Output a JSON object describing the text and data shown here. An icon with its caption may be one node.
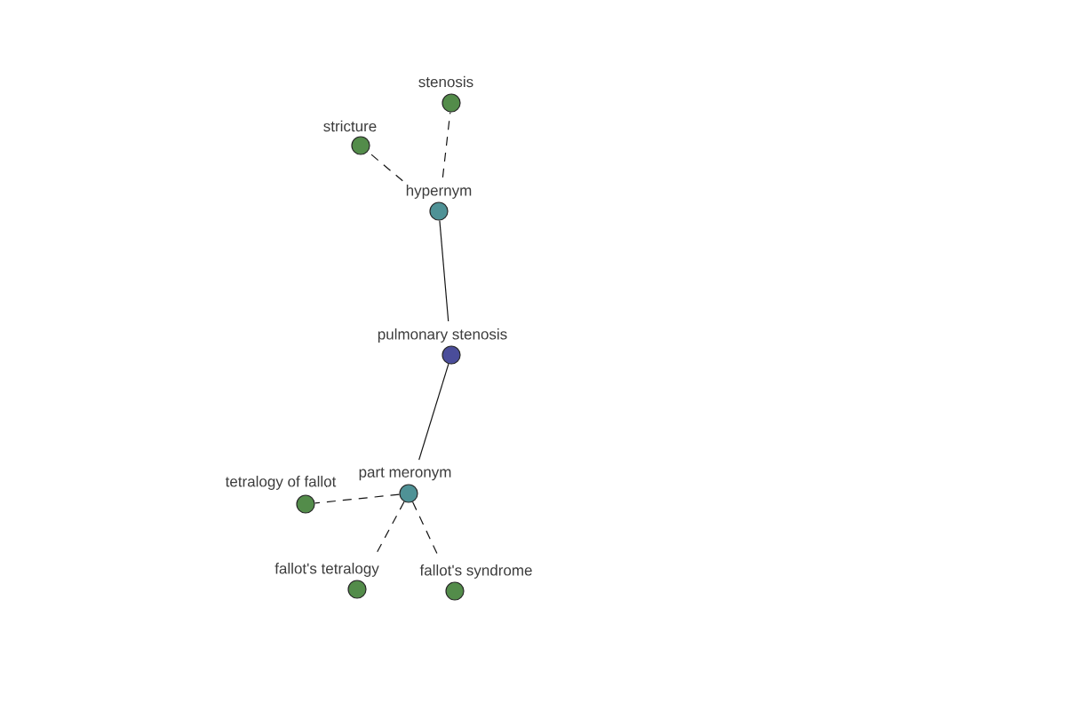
{
  "diagram": {
    "nodes": [
      {
        "text": [
          "stenosis"
        ]
      },
      {
        "text": [
          "stricture"
        ]
      },
      {
        "text": [
          "hypernym"
        ]
      },
      {
        "text": [
          "pulmonary stenosis"
        ]
      },
      {
        "text": [
          "part meronym"
        ]
      },
      {
        "text": [
          "tetralogy of fallot"
        ]
      },
      {
        "text": [
          "fallot's tetralogy"
        ]
      },
      {
        "text": [
          "fallot's syndrome"
        ]
      }
    ],
    "edges": [
      {
        "from": 2,
        "to": 0,
        "arrow": "none",
        "style": "dashed"
      },
      {
        "from": 2,
        "to": 1,
        "arrow": "none",
        "style": "dashed"
      },
      {
        "from": 3,
        "to": 2,
        "arrow": "none"
      },
      {
        "from": 3,
        "to": 4,
        "arrow": "none"
      },
      {
        "from": 4,
        "to": 5,
        "arrow": "none",
        "style": "dashed"
      },
      {
        "from": 4,
        "to": 6,
        "arrow": "none",
        "style": "dashed"
      },
      {
        "from": 4,
        "to": 7,
        "arrow": "none",
        "style": "dashed"
      }
    ]
  }
}
